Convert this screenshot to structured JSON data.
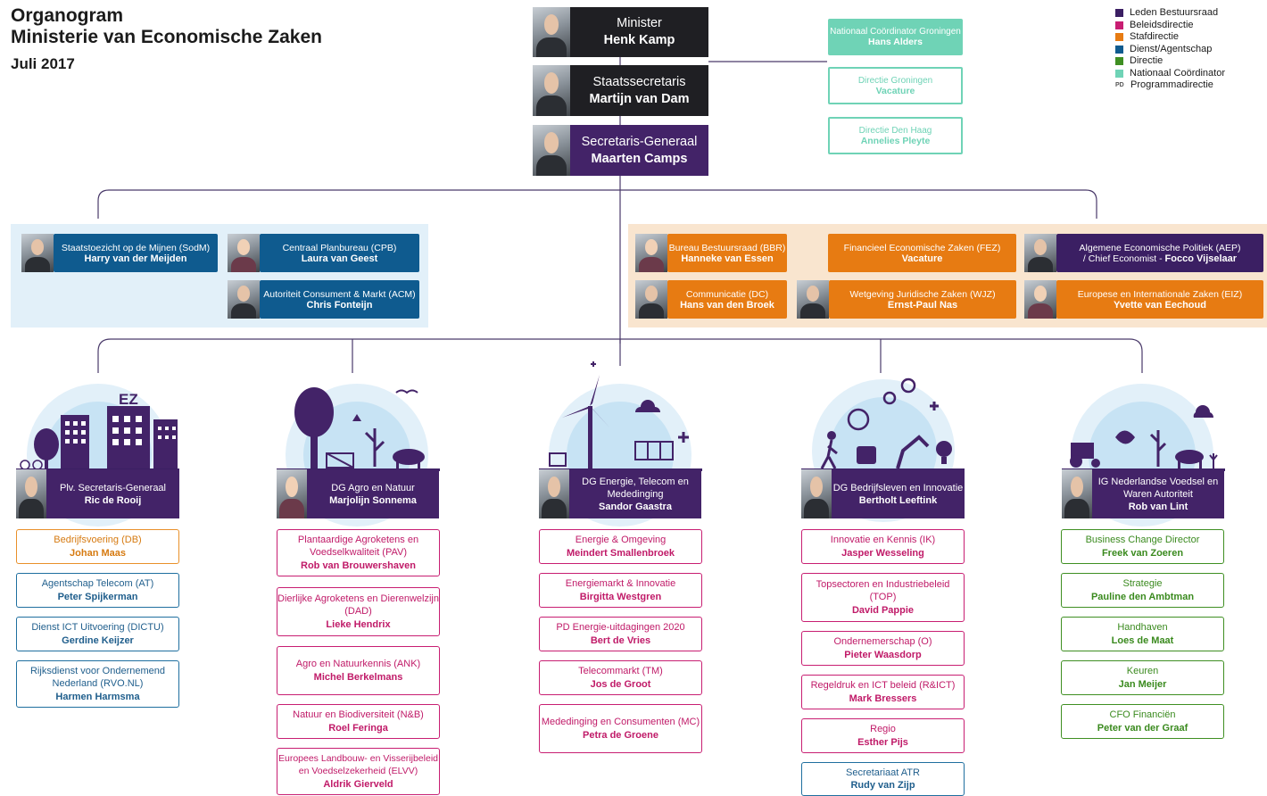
{
  "header": {
    "title_line1": "Organogram",
    "title_line2": "Ministerie van Economische Zaken",
    "date": "Juli 2017"
  },
  "colors": {
    "leden_bestuursraad": "#3b1f63",
    "beleidsdirectie": "#c81e72",
    "stafdirectie": "#e77b12",
    "dienst_agentschap": "#0f5b8f",
    "directie": "#3f8f22",
    "nationaal_coordinator": "#6fd3b6"
  },
  "legend": [
    {
      "label": "Leden Bestuursraad",
      "color": "#3b1f63"
    },
    {
      "label": "Beleidsdirectie",
      "color": "#c81e72"
    },
    {
      "label": "Stafdirectie",
      "color": "#e77b12"
    },
    {
      "label": "Dienst/Agentschap",
      "color": "#0f5b8f"
    },
    {
      "label": "Directie",
      "color": "#3f8f22"
    },
    {
      "label": "Nationaal Coördinator",
      "color": "#6fd3b6"
    },
    {
      "label": "Programmadirectie",
      "mark": "PD"
    }
  ],
  "top": {
    "minister": {
      "role": "Minister",
      "name": "Henk Kamp"
    },
    "staatssecretaris": {
      "role": "Staatssecretaris",
      "name": "Martijn van Dam"
    },
    "sg": {
      "role": "Secretaris-Generaal",
      "name": "Maarten Camps"
    }
  },
  "groningen": {
    "nc": {
      "role": "Nationaal Coördinator Groningen",
      "name": "Hans Alders"
    },
    "dg": {
      "role": "Directie Groningen",
      "name": "Vacature"
    },
    "ddh": {
      "role": "Directie Den Haag",
      "name": "Annelies Pleyte"
    }
  },
  "left_panel": {
    "sodm": {
      "role": "Staatstoezicht op de Mijnen (SodM)",
      "name": "Harry van der Meijden"
    },
    "cpb": {
      "role": "Centraal Planbureau  (CPB)",
      "name": "Laura van Geest"
    },
    "acm": {
      "role": "Autoriteit Consument & Markt (ACM)",
      "name": "Chris Fonteijn"
    }
  },
  "right_panel": {
    "bbr": {
      "role": "Bureau Bestuursraad (BBR)",
      "name": "Hanneke van Essen"
    },
    "fez": {
      "role": "Financieel Economische Zaken (FEZ)",
      "name": "Vacature"
    },
    "aep": {
      "role": "Algemene Economische Politiek (AEP)",
      "role2": "/ Chief Economist  - ",
      "name": "Focco Vijselaar"
    },
    "dc": {
      "role": "Communicatie (DC)",
      "name": "Hans van den Broek"
    },
    "wjz": {
      "role": "Wetgeving Juridische Zaken (WJZ)",
      "name": "Ernst-Paul Nas"
    },
    "eiz": {
      "role": "Europese en Internationale Zaken  (EIZ)",
      "name": "Yvette van Eechoud"
    }
  },
  "dgs": [
    {
      "icon": "EZ",
      "head_role": "Plv. Secretaris-Generaal",
      "head_name": "Ric de Rooij",
      "units": [
        {
          "role": "Bedrijfsvoering (DB)",
          "name": "Johan Maas",
          "kind": "orange"
        },
        {
          "role": "Agentschap Telecom (AT)",
          "name": "Peter Spijkerman",
          "kind": "blue"
        },
        {
          "role": "Dienst ICT Uitvoering (DICTU)",
          "name": "Gerdine Keijzer",
          "kind": "blue"
        },
        {
          "role": "Rijksdienst voor Ondernemend Nederland (RVO.NL)",
          "name": "Harmen Harmsma",
          "kind": "blue"
        }
      ]
    },
    {
      "head_role": "DG Agro en Natuur",
      "head_name": "Marjolijn Sonnema",
      "units": [
        {
          "role": "Plantaardige Agroketens en Voedselkwaliteit (PAV)",
          "name": "Rob van Brouwershaven",
          "kind": "pink"
        },
        {
          "role": "Dierlijke Agroketens en Dierenwelzijn (DAD)",
          "name": "Lieke Hendrix",
          "kind": "pink"
        },
        {
          "role": "Agro en Natuurkennis (ANK)",
          "name": "Michel Berkelmans",
          "kind": "pink"
        },
        {
          "role": "Natuur en Biodiversiteit (N&B)",
          "name": "Roel Feringa",
          "kind": "pink"
        },
        {
          "role": "Europees Landbouw- en Visserijbeleid en Voedselzekerheid (ELVV)",
          "name": "Aldrik Gierveld",
          "kind": "pink"
        }
      ]
    },
    {
      "head_role": "DG Energie, Telecom en Mededinging",
      "head_name": "Sandor Gaastra",
      "units": [
        {
          "role": "Energie & Omgeving",
          "name": "Meindert Smallenbroek",
          "kind": "pink"
        },
        {
          "role": "Energiemarkt & Innovatie",
          "name": "Birgitta Westgren",
          "kind": "pink"
        },
        {
          "role": "PD Energie-uitdagingen 2020",
          "name": "Bert de Vries",
          "kind": "pink"
        },
        {
          "role": "Telecommarkt (TM)",
          "name": "Jos de Groot",
          "kind": "pink"
        },
        {
          "role": "Mededinging en Consumenten (MC)",
          "name": "Petra de Groene",
          "kind": "pink"
        }
      ]
    },
    {
      "head_role": "DG Bedrijfsleven en Innovatie",
      "head_name": "Bertholt Leeftink",
      "units": [
        {
          "role": "Innovatie en Kennis (IK)",
          "name": "Jasper Wesseling",
          "kind": "pink"
        },
        {
          "role": "Topsectoren en Industriebeleid (TOP)",
          "name": "David Pappie",
          "kind": "pink"
        },
        {
          "role": "Ondernemerschap (O)",
          "name": "Pieter Waasdorp",
          "kind": "pink"
        },
        {
          "role": "Regeldruk en ICT beleid (R&ICT)",
          "name": "Mark Bressers",
          "kind": "pink"
        },
        {
          "role": "Regio",
          "name": "Esther Pijs",
          "kind": "pink"
        },
        {
          "role": "Secretariaat ATR",
          "name": "Rudy van Zijp",
          "kind": "blue"
        }
      ]
    },
    {
      "head_role": "IG Nederlandse Voedsel en Waren Autoriteit",
      "head_name": "Rob van Lint",
      "units": [
        {
          "role": "Business Change Director",
          "name": "Freek van Zoeren",
          "kind": "green"
        },
        {
          "role": "Strategie",
          "name": "Pauline den Ambtman",
          "kind": "green"
        },
        {
          "role": "Handhaven",
          "name": "Loes de Maat",
          "kind": "green"
        },
        {
          "role": "Keuren",
          "name": "Jan Meijer",
          "kind": "green"
        },
        {
          "role": "CFO Financiën",
          "name": "Peter van der Graaf",
          "kind": "green"
        }
      ]
    }
  ]
}
